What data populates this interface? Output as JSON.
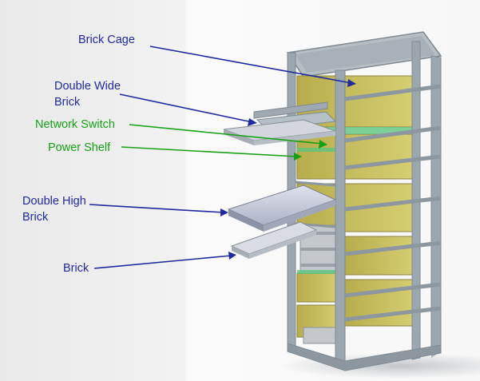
{
  "labels": {
    "brick_cage": "Brick Cage",
    "double_wide_brick_line1": "Double Wide",
    "double_wide_brick_line2": "Brick",
    "network_switch": "Network  Switch",
    "power_shelf": "Power Shelf",
    "double_high_brick_line1": "Double High",
    "double_high_brick_line2": "Brick",
    "brick": "Brick"
  },
  "colors": {
    "blue_label": "#1f2a9e",
    "green_label": "#16a016",
    "rack_frame": "#8d99a2",
    "brick_fill": "#c9c15e",
    "tray_fill": "#c8ccdc"
  }
}
